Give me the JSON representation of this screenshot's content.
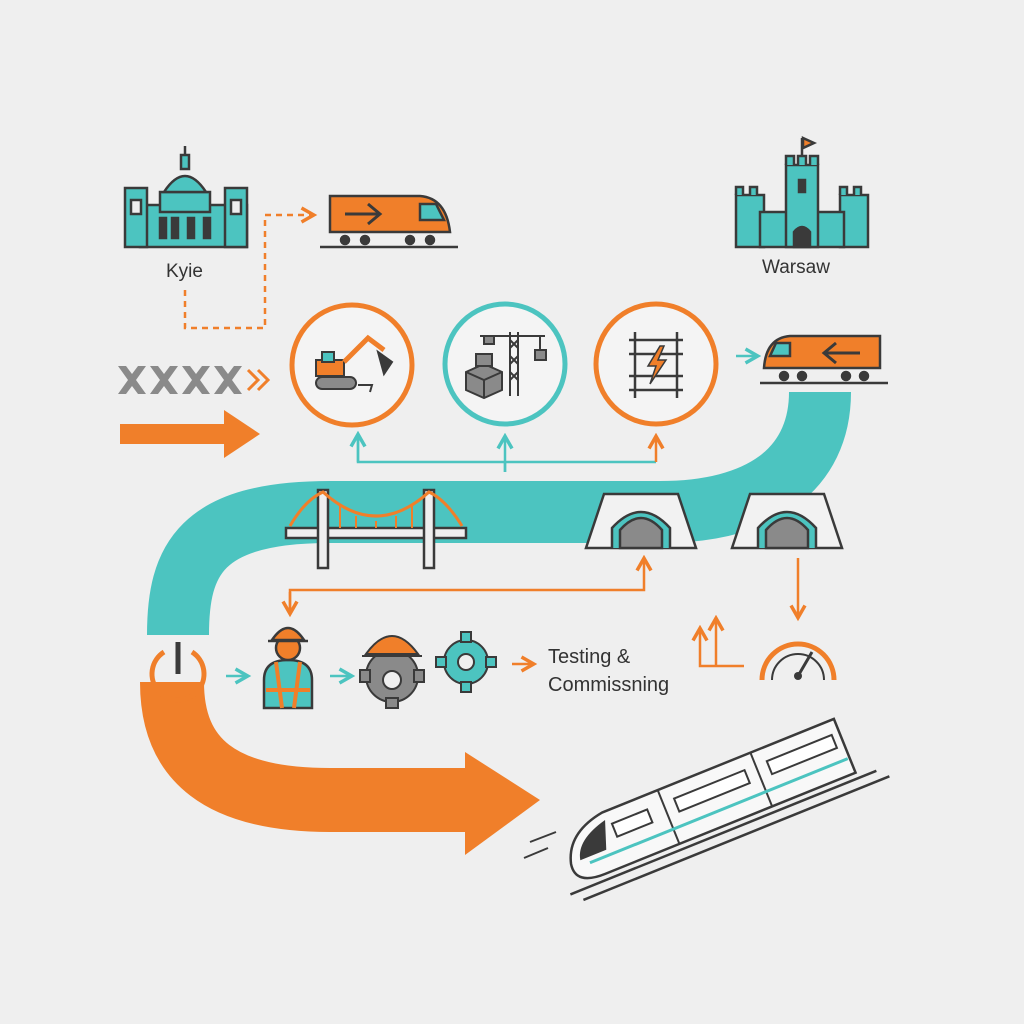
{
  "labels": {
    "origin_city": "Kyie",
    "destination_city": "Warsaw",
    "testing_line1": "Testing &",
    "testing_line2": "Commissning"
  },
  "colors": {
    "background": "#efefef",
    "teal": "#4cc4c0",
    "orange": "#f07f2a",
    "outline": "#3a3a3a",
    "grey": "#8a8a8a"
  },
  "icons": {
    "origin_building": "city-hall-icon",
    "destination_building": "castle-icon",
    "departing_train": "freight-train-right-icon",
    "arriving_train": "freight-train-left-icon",
    "step1": "excavator-icon",
    "step2": "crane-icon",
    "step3": "electrified-track-icon",
    "bridge": "suspension-bridge-icon",
    "tunnel": "tunnel-icon",
    "power": "power-icon",
    "worker": "worker-icon",
    "gear_helmet": "gear-helmet-icon",
    "gear": "gear-icon",
    "gauge": "speedometer-icon",
    "high_speed_train": "high-speed-train-icon"
  }
}
